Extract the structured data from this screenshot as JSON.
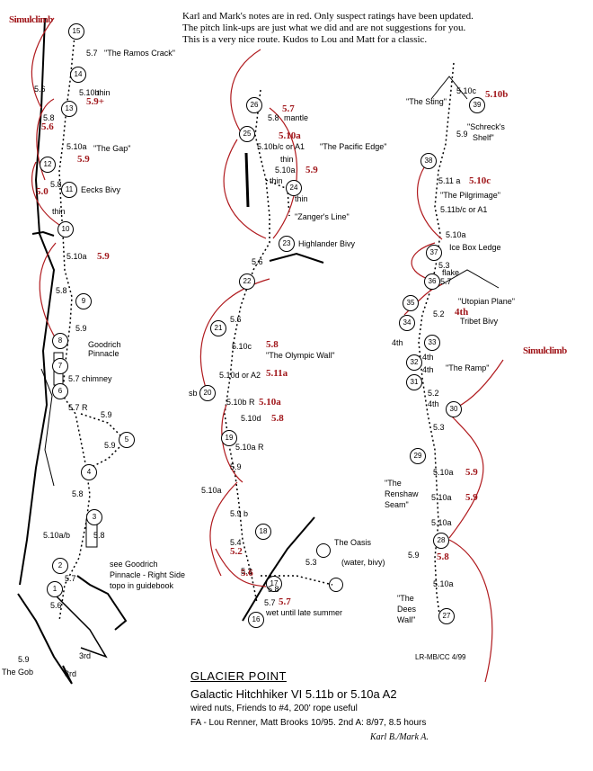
{
  "notes": [
    "Karl and Mark's notes are in red. Only suspect ratings have been updated.",
    "The pitch link-ups are just what we did and are not suggestions for you.",
    "This is a very nice route. Kudos to Lou and Matt for a classic."
  ],
  "simulclimb_labels": [
    "Simulclimb",
    "Simulclimb"
  ],
  "pitch_numbers": [
    "1",
    "2",
    "3",
    "4",
    "5",
    "6",
    "7",
    "8",
    "9",
    "10",
    "11",
    "12",
    "13",
    "14",
    "15",
    "16",
    "17",
    "18",
    "19",
    "20",
    "21",
    "22",
    "23",
    "24",
    "25",
    "26",
    "27",
    "28",
    "29",
    "30",
    "31",
    "32",
    "33",
    "34",
    "35",
    "36",
    "37",
    "38",
    "39"
  ],
  "ratings": {
    "p1": "5.6",
    "p1b": "5.7",
    "p2": "5.10a/b",
    "p2b": "5.8",
    "p4": "5.8",
    "p5": "5.9",
    "p5b": "5.9",
    "p6": "5.7 R",
    "p7": "5.7 chimney",
    "p8": "5.9",
    "p9": "5.8",
    "p10": "5.10a",
    "p11a": "5.8",
    "p11b": "5.9",
    "p12": "5.10a",
    "p12b": "5.8",
    "p13": "5.10b",
    "p14": "5.7",
    "p15": "5.6",
    "p15b": "5.6",
    "p16": "5.10a",
    "p17": "5.9 b",
    "p17b": "5.4",
    "p17c": "5.3",
    "p18": "5.10a R",
    "p19": "5.10b R",
    "p19b": "5.10d",
    "p20": "5.10d or A2",
    "p21": "5.10c",
    "p22": "5.6",
    "p22b": "5.6",
    "p23": "5.10a",
    "p24": "thin",
    "p24b": "5.10b/c or A1",
    "p25": "5.8",
    "p26": "5.10a",
    "p27": "5.9",
    "p28": "5.10a",
    "p28b": "5.10a",
    "p29": "5.3",
    "p30": "5.2",
    "p30b": "4th",
    "p31": "4th",
    "p32": "4th",
    "p33": "4th",
    "p34": "5.2",
    "p35": "5.3",
    "p35b": "flake",
    "p35c": "5.7",
    "p36": "5.10a",
    "p37": "5.11b/c or A1",
    "p37b": "5.11 a",
    "p38": "5.9",
    "p39": "5.10c",
    "e1": "5.9",
    "e2": "5.10d"
  },
  "red_ratings": [
    "5.9+",
    "5.6",
    "5.9",
    "5.0",
    "5.9",
    "5.7",
    "5.10a",
    "5.9",
    "5.8",
    "5.11a",
    "5.10a",
    "5.8",
    "5.2",
    "5.6",
    "5.7",
    "4th",
    "5.9",
    "5.9",
    "5.8",
    "5.10c",
    "5.10b"
  ],
  "features": {
    "ramos": "\"The Ramos Crack\"",
    "thin": "thin",
    "gap": "\"The Gap\"",
    "eecks": "Eecks Bivy",
    "thin2": "thin",
    "goodrich": "Goodrich",
    "pinnacle": "Pinnacle",
    "see_goodrich": "see Goodrich",
    "pinnacle_right": "Pinnacle - Right Side",
    "topo_in": "topo in guidebook",
    "gob": "The Gob",
    "third": "3rd",
    "third2": "3rd",
    "mantle": "mantle",
    "pacific": "\"The Pacific Edge\"",
    "thin3": "thin",
    "thin4": "thin",
    "zanger": "\"Zanger's Line\"",
    "highlander": "Highlander Bivy",
    "olympic": "\"The Olympic Wall\"",
    "sb": "sb",
    "oasis": "The Oasis",
    "oasis_note": "(water, bivy)",
    "summer": "wet until late summer",
    "sting": "\"The Sting\"",
    "schreck": "\"Schreck's",
    "shelf": "Shelf\"",
    "pilgrimage": "\"The Pilgrimage\"",
    "icebox": "Ice Box Ledge",
    "utopian": "\"Utopian Plane\"",
    "tribet": "Tribet Bivy",
    "ramp": "\"The Ramp\"",
    "renshaw1": "\"The",
    "renshaw2": "Renshaw",
    "renshaw3": "Seam\"",
    "dees1": "\"The",
    "dees2": "Dees",
    "dees3": "Wall\""
  },
  "credit": "LR-MB/CC 4/99",
  "title": {
    "place": "GLACIER POINT",
    "route": "Galactic Hitchhiker VI 5.11b or 5.10a A2",
    "gear": "wired nuts, Friends to #4, 200' rope useful",
    "fa": "FA - Lou Renner, Matt Brooks 10/95.  2nd A: 8/97, 8.5 hours",
    "sig": "Karl B./Mark A."
  }
}
